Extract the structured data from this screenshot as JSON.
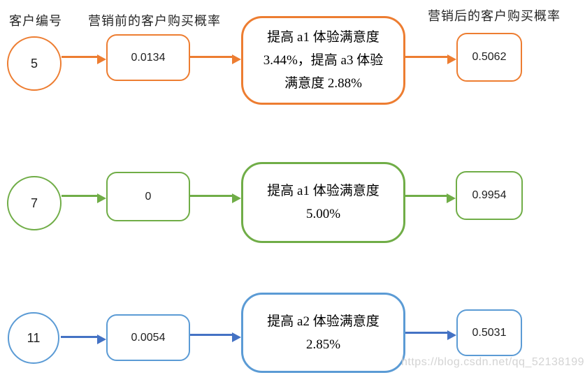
{
  "headers": {
    "customer_id": "客户编号",
    "pre_probability": "营销前的客户购买概率",
    "post_probability": "营销后的客户购买概率"
  },
  "rows": [
    {
      "id": "5",
      "color": "#ED7D31",
      "arrow_color": "#ED7D31",
      "pre_probability": "0.0134",
      "action_lines": [
        "提高 a1 体验满意度",
        "3.44%，提高 a3 体验",
        "满意度 2.88%"
      ],
      "post_probability": "0.5062"
    },
    {
      "id": "7",
      "color": "#70AD47",
      "arrow_color": "#70AD47",
      "pre_probability": "0",
      "action_lines": [
        "提高 a1 体验满意度",
        "5.00%"
      ],
      "post_probability": "0.9954"
    },
    {
      "id": "11",
      "color": "#5B9BD5",
      "arrow_color": "#4472C4",
      "pre_probability": "0.0054",
      "action_lines": [
        "提高 a2 体验满意度",
        "2.85%"
      ],
      "post_probability": "0.5031"
    }
  ],
  "watermark": "https://blog.csdn.net/qq_52138199"
}
